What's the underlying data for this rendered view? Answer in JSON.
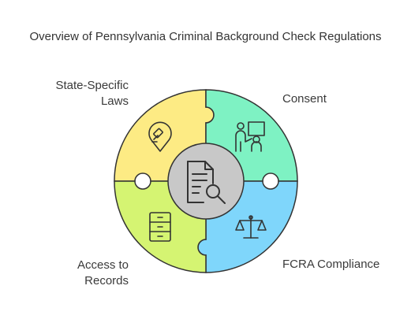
{
  "title": "Overview of Pennsylvania Criminal Background Check Regulations",
  "center": {
    "icon": "document-search-icon",
    "color": "#c8c8c8"
  },
  "pieces": [
    {
      "id": "state-laws",
      "label_line1": "State-Specific",
      "label_line2": "Laws",
      "icon": "gavel-location-icon",
      "color": "#fdeb84"
    },
    {
      "id": "consent",
      "label_line1": "Consent",
      "label_line2": "",
      "icon": "presenter-icon",
      "color": "#7ef2c3"
    },
    {
      "id": "fcra",
      "label_line1": "FCRA Compliance",
      "label_line2": "",
      "icon": "scales-icon",
      "color": "#7fd6fb"
    },
    {
      "id": "records",
      "label_line1": "Access to",
      "label_line2": "Records",
      "icon": "filing-cabinet-icon",
      "color": "#d5f472"
    }
  ]
}
